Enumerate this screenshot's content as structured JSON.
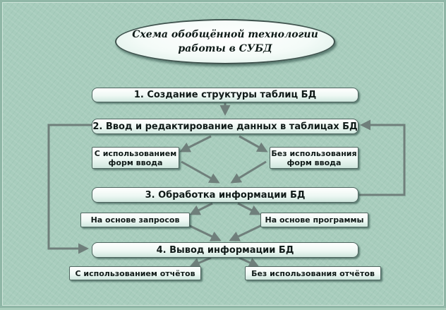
{
  "title": {
    "line1": "Схема обобщённой технологии",
    "line2": "работы в СУБД"
  },
  "steps": {
    "s1": "1. Создание структуры таблиц БД",
    "s2": "2. Ввод и редактирование данных в таблицах БД",
    "s3": "3. Обработка информации БД",
    "s4": "4. Вывод информации БД"
  },
  "input_options": {
    "forms_line1": "С использованием",
    "forms_line2": "форм ввода",
    "noforms_line1": "Без использования",
    "noforms_line2": "форм ввода"
  },
  "processing_options": {
    "queries": "На основе запросов",
    "program": "На основе программы"
  },
  "output_options": {
    "reports": "С использованием отчётов",
    "noreports": "Без использования отчётов"
  },
  "colors": {
    "background": "#a8cdbd",
    "arrow": "#6f7f7b",
    "box_border": "#4f6660"
  }
}
